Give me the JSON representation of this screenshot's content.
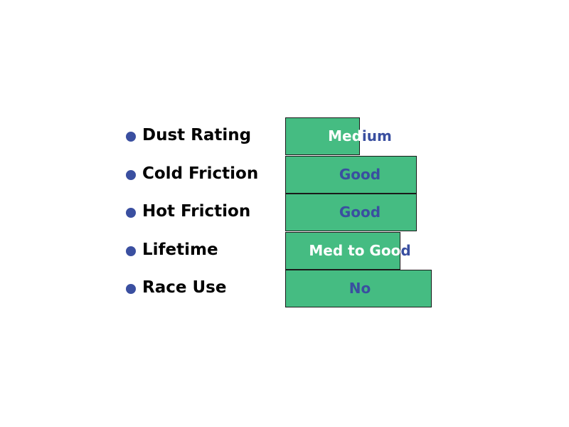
{
  "colors": {
    "bar_fill": "#45bc82",
    "bar_border": "#1a1a1a",
    "bullet": "#3a4fa0",
    "value_blue": "#3a4fa0",
    "value_white": "#ffffff",
    "label": "#000000"
  },
  "chart_data": {
    "type": "bar",
    "orientation": "horizontal",
    "categories": [
      "Dust Rating",
      "Cold Friction",
      "Hot Friction",
      "Lifetime",
      "Race Use"
    ],
    "values": [
      0.5,
      0.88,
      0.88,
      0.77,
      0.98
    ],
    "data_labels": [
      "Medium",
      "Good",
      "Good",
      "Med to Good",
      "No"
    ],
    "title": "",
    "xlabel": "",
    "ylabel": "",
    "grid": false,
    "legend": "none"
  }
}
